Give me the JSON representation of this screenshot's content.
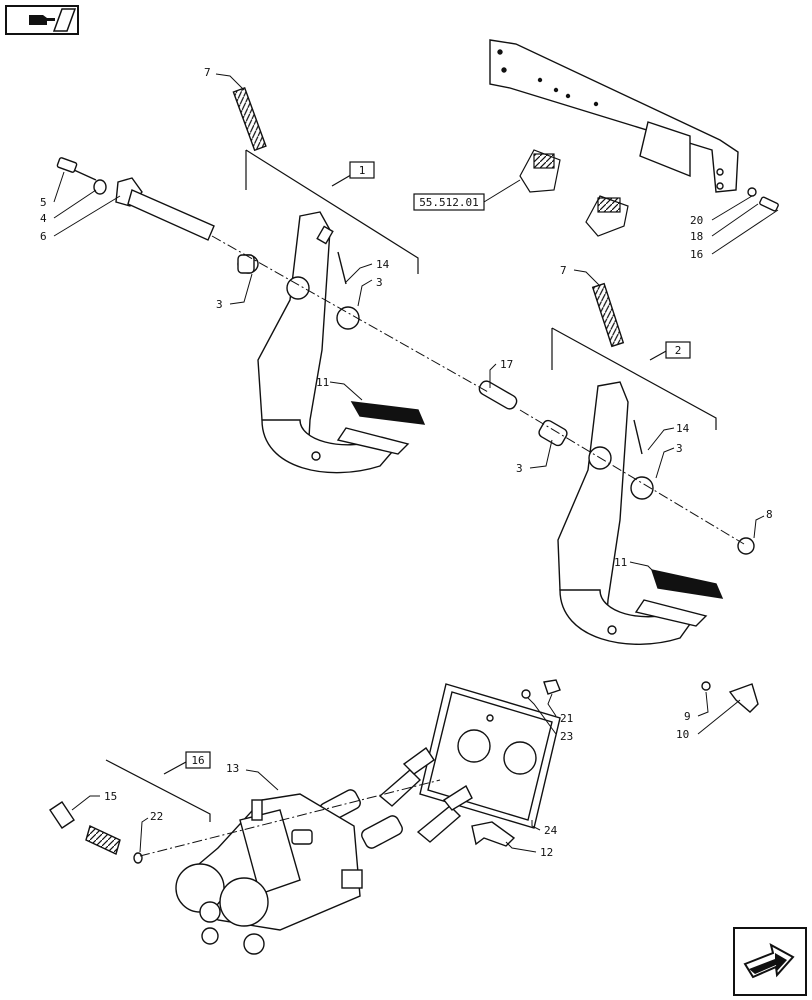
{
  "nav": {
    "top_icon": "pointer-hand-icon",
    "bottom_icon": "arrow-return-icon"
  },
  "diagram": {
    "boxed_refs": [
      "1",
      "2",
      "16"
    ],
    "ref_code": "55.512.01",
    "callouts": {
      "c7a": "7",
      "c5": "5",
      "c4": "4",
      "c6": "6",
      "c3a": "3",
      "c14a": "14",
      "c3b": "3",
      "c11a": "11",
      "c7b": "7",
      "c17": "17",
      "c3c": "3",
      "c14b": "14",
      "c3d": "3",
      "c8": "8",
      "c11b": "11",
      "c20": "20",
      "c18": "18",
      "c16": "16",
      "c9": "9",
      "c10": "10",
      "c21": "21",
      "c23": "23",
      "c24": "24",
      "c12": "12",
      "c13": "13",
      "c15": "15",
      "c22": "22"
    }
  }
}
